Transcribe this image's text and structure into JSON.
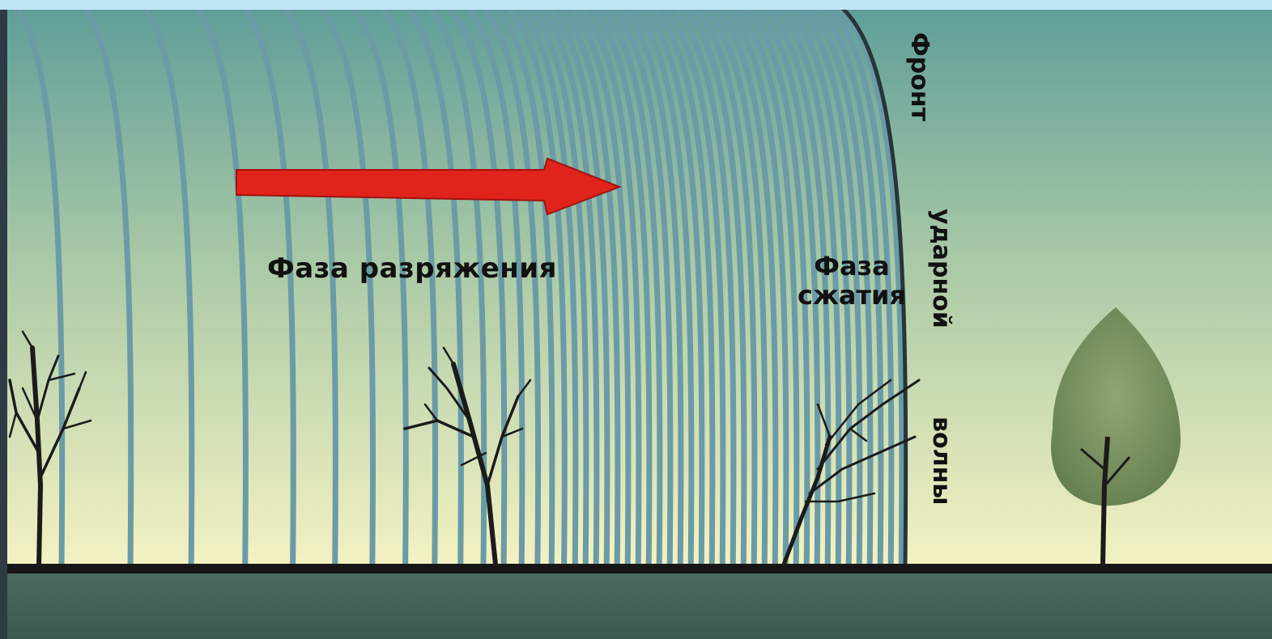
{
  "labels": {
    "rarefaction_phase": "Фаза разряжения",
    "compression_phase_line1": "Фаза",
    "compression_phase_line2": "сжатия",
    "front_word1": "Фронт",
    "front_word2": "ударной",
    "front_word3": "волны"
  },
  "icons": {
    "direction_arrow": "right-arrow-icon",
    "trees": [
      "bare-tree-icon",
      "bare-tree-icon",
      "bent-tree-icon",
      "leafy-tree-icon"
    ]
  },
  "colors": {
    "sky_top": "#5f9e99",
    "sky_bottom": "#f4f2c2",
    "wave_line": "#6a9ba6",
    "arrow": "#e0231b",
    "ground": "#1a1a1a",
    "ground_fill": "#3f5e52",
    "top_strip": "#bfe6f5",
    "left_frame": "#2e3b44"
  }
}
